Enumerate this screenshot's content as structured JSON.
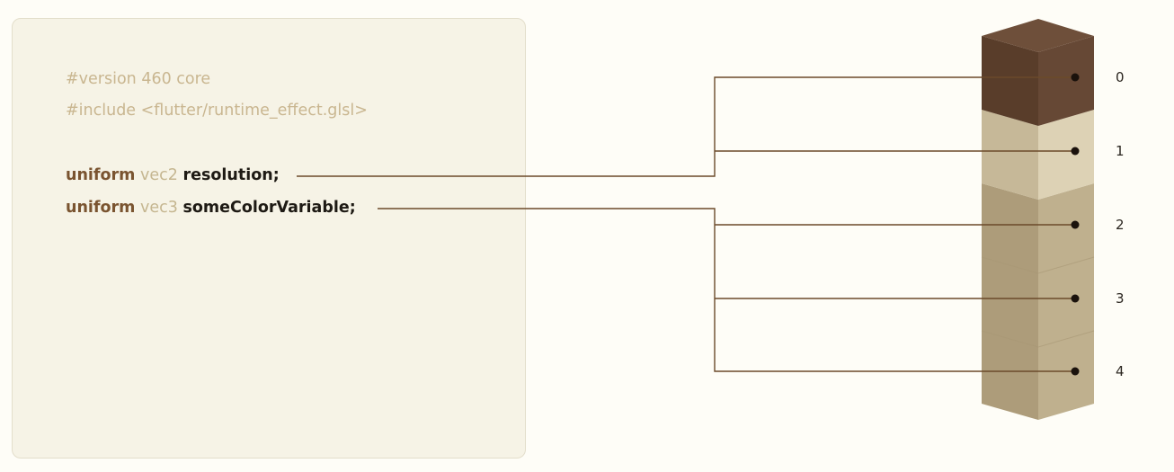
{
  "code": {
    "line1": "#version 460 core",
    "line2": "#include <flutter/runtime_effect.glsl>",
    "uniform1": {
      "keyword": "uniform",
      "type": "vec2",
      "name": "resolution;"
    },
    "uniform2": {
      "keyword": "uniform",
      "type": "vec3",
      "name": "someColorVariable;"
    }
  },
  "slots": [
    "0",
    "1",
    "2",
    "3",
    "4"
  ],
  "colors": {
    "slot0": "#5e4230",
    "slot1": "#d8ccad",
    "slots_rest": "#b8a784",
    "connector": "#6b4a2a"
  }
}
